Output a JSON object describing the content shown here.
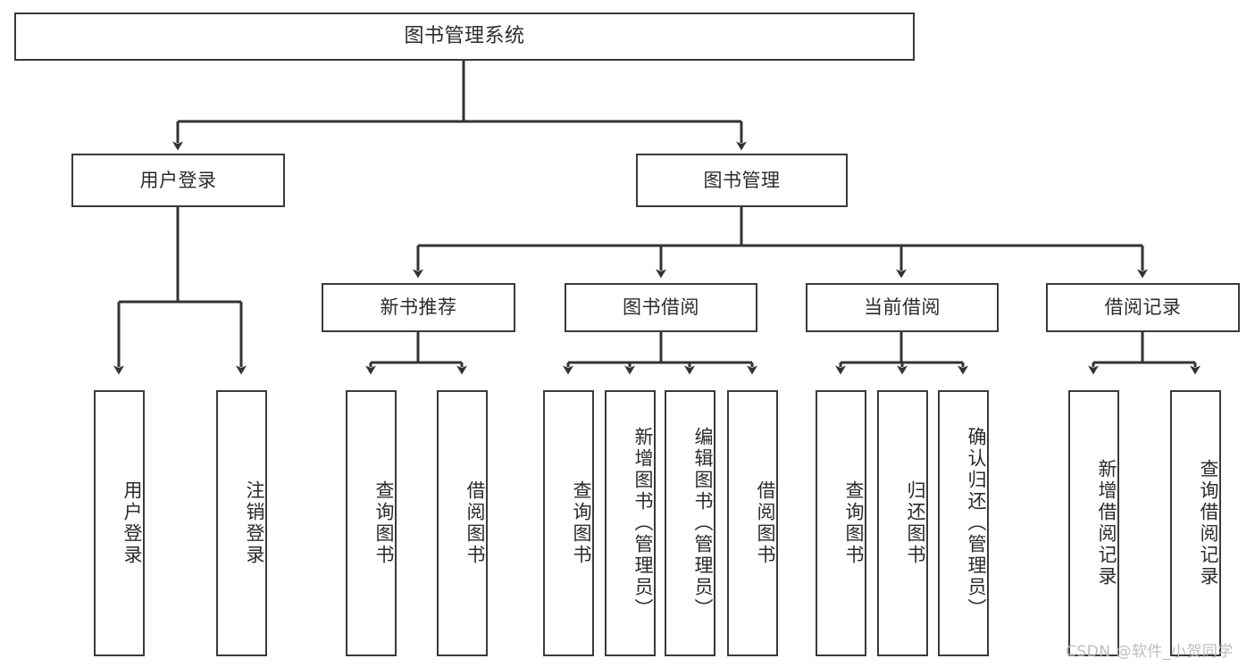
{
  "diagram": {
    "type": "tree-hierarchy",
    "title": "图书管理系统",
    "orientation": "top-down",
    "colors": {
      "box_border": "#3a3a3a",
      "box_fill": "#ffffff",
      "edge": "#333333",
      "text": "#2b2b2b",
      "watermark": "#b9b9b9"
    },
    "levels": [
      {
        "level": 0,
        "nodes": [
          {
            "id": "root",
            "label": "图书管理系统",
            "orientation": "horizontal"
          }
        ]
      },
      {
        "level": 1,
        "nodes": [
          {
            "id": "login",
            "label": "用户登录",
            "orientation": "horizontal",
            "parent": "root"
          },
          {
            "id": "bookmgmt",
            "label": "图书管理",
            "orientation": "horizontal",
            "parent": "root"
          }
        ]
      },
      {
        "level": 2,
        "nodes": [
          {
            "id": "newbook",
            "label": "新书推荐",
            "orientation": "horizontal",
            "parent": "bookmgmt"
          },
          {
            "id": "borrow",
            "label": "图书借阅",
            "orientation": "horizontal",
            "parent": "bookmgmt"
          },
          {
            "id": "current",
            "label": "当前借阅",
            "orientation": "horizontal",
            "parent": "bookmgmt"
          },
          {
            "id": "records",
            "label": "借阅记录",
            "orientation": "horizontal",
            "parent": "bookmgmt"
          }
        ]
      },
      {
        "level": 3,
        "nodes": [
          {
            "id": "leaf1",
            "label": "用户登录",
            "orientation": "vertical",
            "parent": "login"
          },
          {
            "id": "leaf2",
            "label": "注销登录",
            "orientation": "vertical",
            "parent": "login"
          },
          {
            "id": "leaf3",
            "label": "查询图书",
            "orientation": "vertical",
            "parent": "newbook"
          },
          {
            "id": "leaf4",
            "label": "借阅图书",
            "orientation": "vertical",
            "parent": "newbook"
          },
          {
            "id": "leaf5",
            "label": "查询图书",
            "orientation": "vertical",
            "parent": "borrow"
          },
          {
            "id": "leaf6",
            "label": "新增图书（管理员）",
            "orientation": "vertical",
            "parent": "borrow"
          },
          {
            "id": "leaf7",
            "label": "编辑图书（管理员）",
            "orientation": "vertical",
            "parent": "borrow"
          },
          {
            "id": "leaf8",
            "label": "借阅图书",
            "orientation": "vertical",
            "parent": "borrow"
          },
          {
            "id": "leaf9",
            "label": "查询图书",
            "orientation": "vertical",
            "parent": "current"
          },
          {
            "id": "leaf10",
            "label": "归还图书",
            "orientation": "vertical",
            "parent": "current"
          },
          {
            "id": "leaf11",
            "label": "确认归还（管理员）",
            "orientation": "vertical",
            "parent": "current"
          },
          {
            "id": "leaf12",
            "label": "新增借阅记录",
            "orientation": "vertical",
            "parent": "records"
          },
          {
            "id": "leaf13",
            "label": "查询借阅记录",
            "orientation": "vertical",
            "parent": "records"
          }
        ]
      }
    ]
  },
  "watermark": {
    "text": "CSDN @软件_小贺同学"
  }
}
